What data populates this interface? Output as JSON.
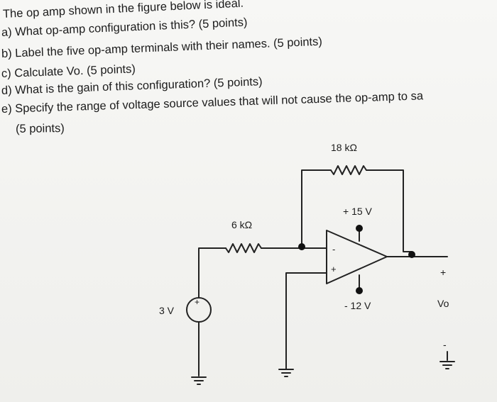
{
  "questions": {
    "intro": "The op amp shown in the figure below is ideal.",
    "a": "a) What op-amp configuration is this? (5 points)",
    "b": "b) Label the five op-amp terminals with their names. (5 points)",
    "c": "c) Calculate Vo. (5 points)",
    "d": "d) What is the gain of this configuration? (5 points)",
    "e": "e) Specify the range of voltage source values that will not cause the op-amp to sa",
    "e_points": "(5 points)"
  },
  "circuit": {
    "rf_label": "18 kΩ",
    "rin_label": "6 kΩ",
    "vplus_label": "+ 15 V",
    "vminus_label": "- 12 V",
    "source_label": "3 V",
    "source_plus": "+",
    "opamp_minus": "-",
    "opamp_plus": "+",
    "out_plus": "+",
    "out_label": "Vo",
    "out_minus": "-"
  }
}
